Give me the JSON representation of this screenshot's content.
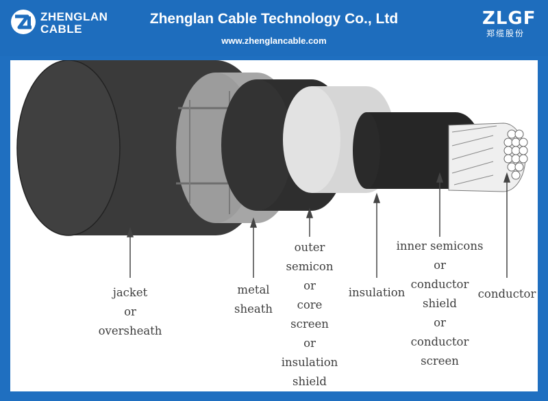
{
  "header": {
    "logo_line1": "ZHENGLAN",
    "logo_line2": "CABLE",
    "title": "Zhenglan Cable Technology Co., Ltd",
    "url": "www.zhenglancable.com",
    "brand_mark": "ZLGF",
    "brand_sub": "郑缆股份"
  },
  "labels": {
    "jacket": [
      "jacket",
      "or",
      "oversheath"
    ],
    "metal": [
      "metal",
      "sheath"
    ],
    "outer": [
      "outer",
      "semicon",
      "or",
      "core",
      "screen",
      "or",
      "insulation",
      "shield"
    ],
    "insulation": [
      "insulation"
    ],
    "inner": [
      "inner semicons",
      "or",
      "conductor",
      "shield",
      "or",
      "conductor",
      "screen"
    ],
    "conductor": [
      "conductor"
    ]
  },
  "colors": {
    "header_bg": "#1e6dbd",
    "jacket": "#3a3a3a",
    "metal_sheath": "#a9a9a9",
    "outer_semicon": "#2e2e2e",
    "insulation": "#d9d9d9",
    "inner_semicon": "#262626",
    "conductor": "#f2f2f2"
  }
}
